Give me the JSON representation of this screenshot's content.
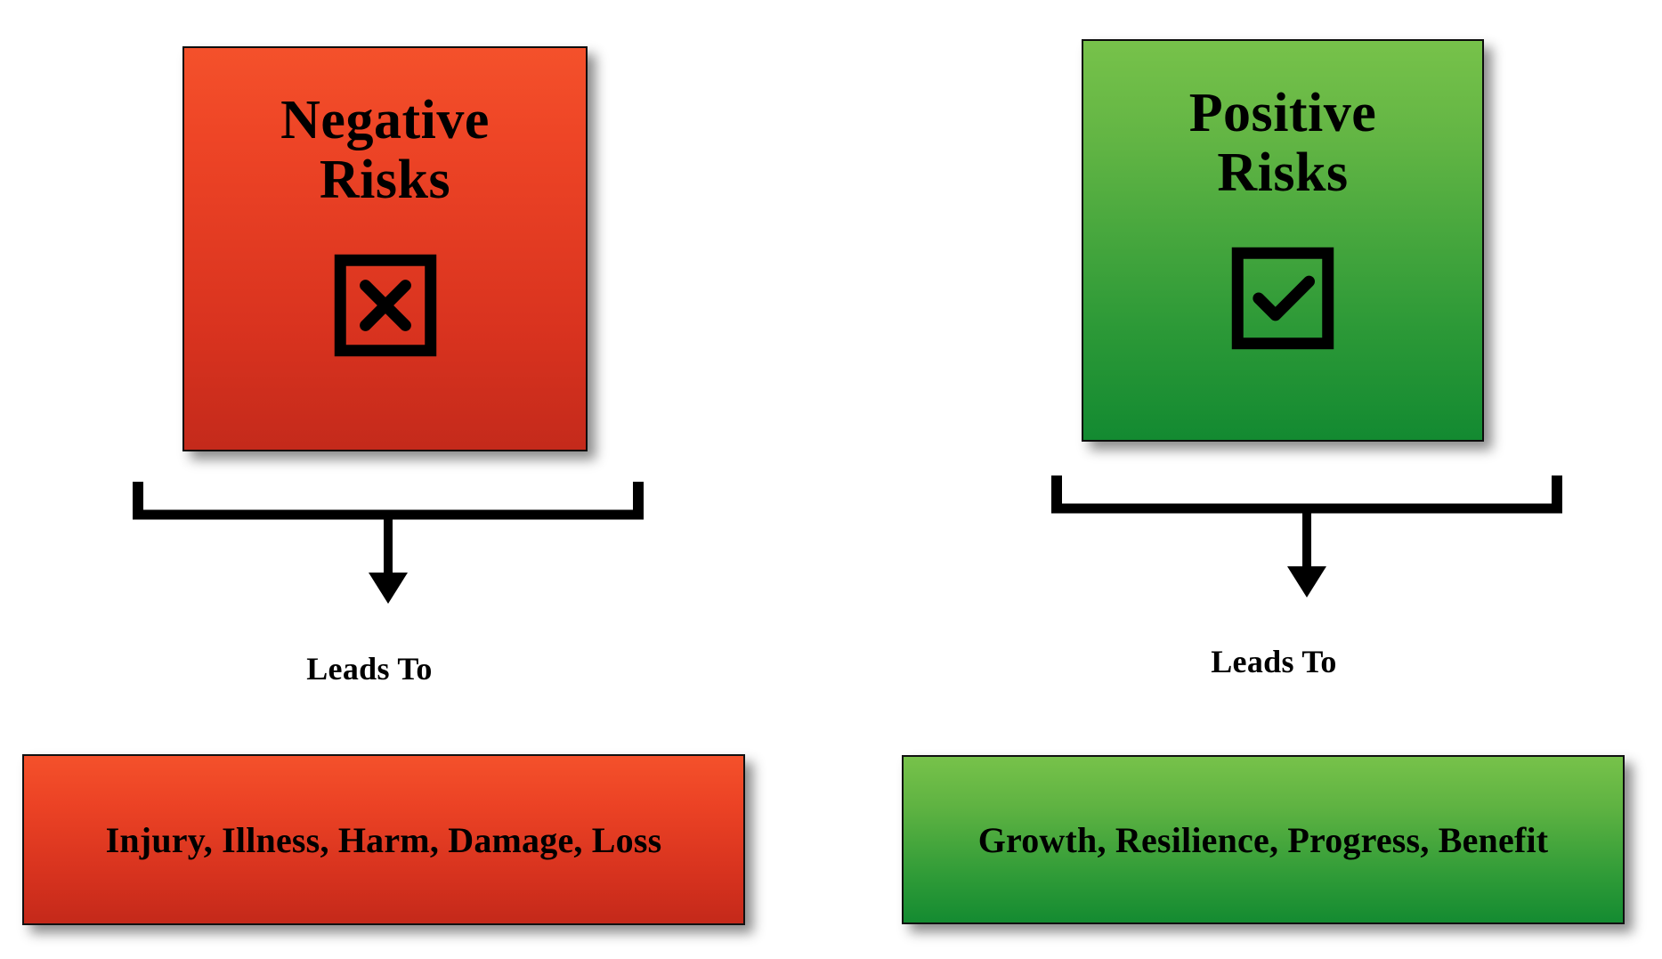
{
  "diagram": {
    "type": "comparison-flow",
    "background_color": "#FFFFFF",
    "columns": [
      {
        "id": "negative",
        "accent_color": "#E03A22",
        "gradient_from": "#F4512B",
        "gradient_to": "#C4291A",
        "box": {
          "title_line1": "Negative",
          "title_line2": "Risks",
          "icon": "x-in-square-icon"
        },
        "connector_label": "Leads To",
        "outcome": "Injury, Illness, Harm, Damage, Loss"
      },
      {
        "id": "positive",
        "accent_color": "#2D9A37",
        "gradient_from": "#77C24A",
        "gradient_to": "#148B31",
        "box": {
          "title_line1": "Positive",
          "title_line2": "Risks",
          "icon": "check-in-square-icon"
        },
        "connector_label": "Leads To",
        "outcome": "Growth, Resilience, Progress, Benefit"
      }
    ]
  }
}
